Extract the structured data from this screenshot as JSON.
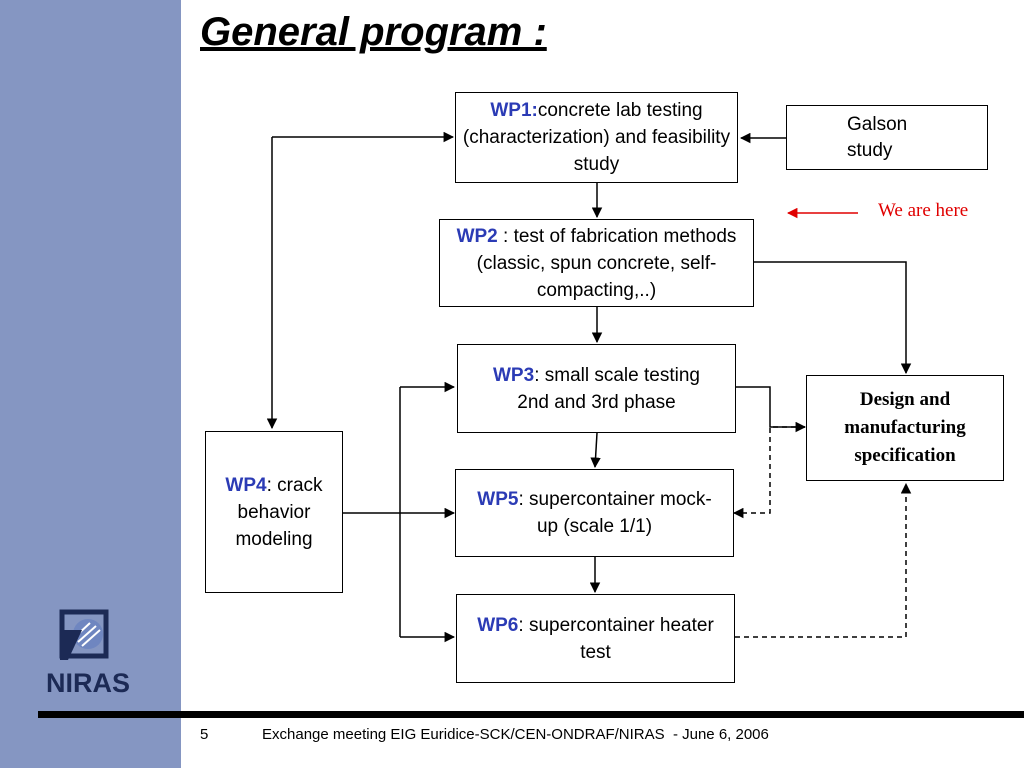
{
  "slide": {
    "title": "General program :",
    "page_number": "5",
    "footer": "Exchange meeting EIG Euridice-SCK/CEN-ONDRAF/NIRAS  - June 6, 2006",
    "logo_text": "NIRAS"
  },
  "nodes": {
    "wp1": {
      "code": "WP1:",
      "text": "concrete lab testing (characterization)  and feasibility study"
    },
    "galson": {
      "text": "Galson study"
    },
    "wp2": {
      "code": "WP2",
      "text": " : test of fabrication methods (classic, spun concrete, self-compacting,..)"
    },
    "wp3": {
      "code": "WP3",
      "text": ": small scale testing 2nd and 3rd phase"
    },
    "wp4": {
      "code": "WP4",
      "text": ": crack behavior modeling"
    },
    "wp5": {
      "code": "WP5",
      "text": ": supercontainer mock-up (scale 1/1)"
    },
    "wp6": {
      "code": "WP6",
      "text": ": supercontainer heater test"
    },
    "design": {
      "text": "Design and manufacturing specification"
    }
  },
  "annotation": {
    "text": "We are here"
  },
  "colors": {
    "sidebar": "#8596c2",
    "wp_code": "#2b3bb5",
    "annotation": "#e00000",
    "logo": "#1c2a55"
  }
}
